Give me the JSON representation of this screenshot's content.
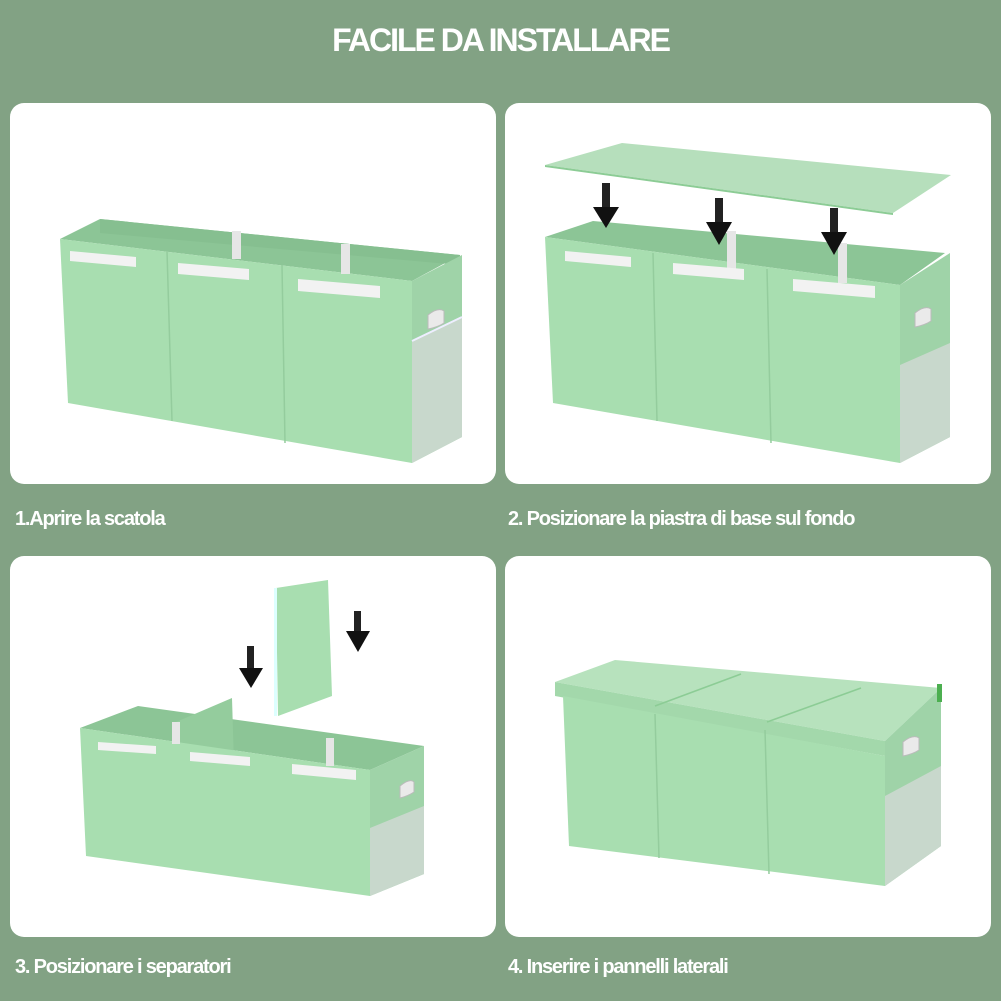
{
  "header": {
    "title": "FACILE DA INSTALLARE"
  },
  "colors": {
    "background": "#82a284",
    "panel": "#ffffff",
    "box_front": "#a8deb0",
    "box_inner": "#8cc596",
    "box_lid": "#b7e2bd",
    "label_strip": "#f2f2f2",
    "mesh_pocket": "#c8d8cc",
    "arrow": "#111111"
  },
  "steps": [
    {
      "caption": "1.Aprire la scatola",
      "illustration": "open-storage-box"
    },
    {
      "caption": "2. Posizionare la piastra di base sul fondo",
      "illustration": "base-plate-insertion"
    },
    {
      "caption": "3. Posizionare i separatori",
      "illustration": "divider-insertion"
    },
    {
      "caption": "4. Inserire i pannelli laterali",
      "illustration": "closed-storage-box-with-lid"
    }
  ]
}
